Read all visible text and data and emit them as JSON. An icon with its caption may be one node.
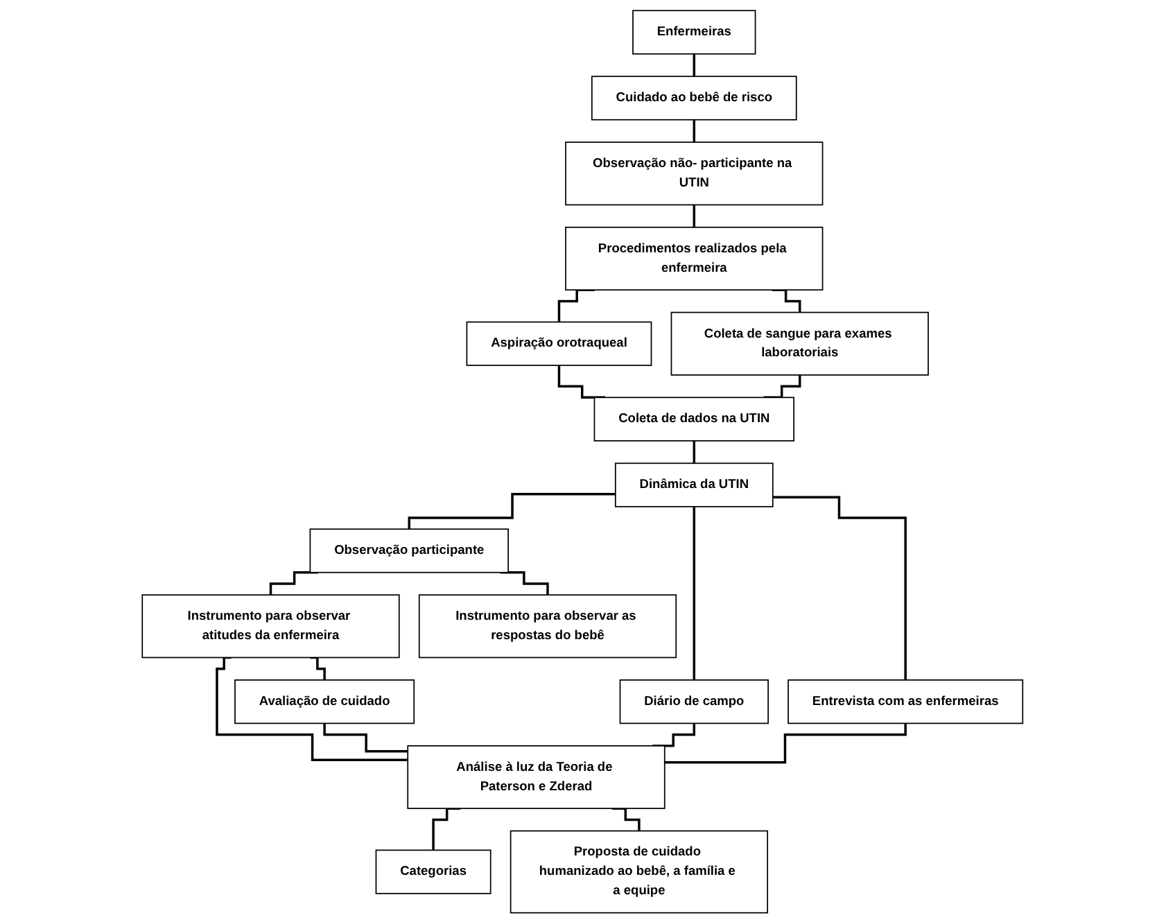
{
  "diagram": {
    "nodes": [
      {
        "text": [
          "Enfermeiras"
        ]
      },
      {
        "text": [
          "Cuidado ao bebê de risco"
        ]
      },
      {
        "text": [
          "Observação não- participante na UTIN"
        ]
      },
      {
        "text": [
          "Procedimentos realizados pela enfermeira"
        ]
      },
      {
        "text": [
          "Aspiração orotraqueal"
        ]
      },
      {
        "text": [
          "Coleta de sangue para exames laboratoriais"
        ]
      },
      {
        "text": [
          "Coleta de dados na UTIN"
        ]
      },
      {
        "text": [
          "Dinâmica da UTIN"
        ]
      },
      {
        "text": [
          "Observação participante"
        ]
      },
      {
        "text": [
          "Diário de campo"
        ]
      },
      {
        "text": [
          "Entrevista com as enfermeiras"
        ]
      },
      {
        "text": [
          "Instrumento para observar atitudes da enfermeira"
        ]
      },
      {
        "text": [
          "Instrumento para observar as respostas do bebê"
        ]
      },
      {
        "text": [
          "Análise à luz da Teoria de Paterson e Zderad"
        ]
      },
      {
        "text": [
          "Categorias"
        ]
      },
      {
        "text": [
          "Avaliação de cuidado"
        ]
      },
      {
        "text": [
          "Proposta de cuidado humanizado ao bebê, a família e a equipe"
        ]
      }
    ],
    "edges": [
      {
        "from": 0,
        "to": 1,
        "arrow": "none"
      },
      {
        "from": 1,
        "to": 2,
        "arrow": "none"
      },
      {
        "from": 2,
        "to": 3,
        "arrow": "none"
      },
      {
        "from": 3,
        "to": 4,
        "arrow": "none"
      },
      {
        "from": 3,
        "to": 5,
        "arrow": "none"
      },
      {
        "from": 4,
        "to": 6,
        "arrow": "none"
      },
      {
        "from": 5,
        "to": 6,
        "arrow": "none"
      },
      {
        "from": 6,
        "to": 7,
        "arrow": "none"
      },
      {
        "from": 7,
        "to": 8,
        "arrow": "none"
      },
      {
        "from": 7,
        "to": 9,
        "arrow": "none"
      },
      {
        "from": 7,
        "to": 10,
        "arrow": "none"
      },
      {
        "from": 8,
        "to": 11,
        "arrow": "none"
      },
      {
        "from": 8,
        "to": 12,
        "arrow": "none"
      },
      {
        "from": 9,
        "to": 13,
        "arrow": "none"
      },
      {
        "from": 10,
        "to": 13,
        "arrow": "none"
      },
      {
        "from": 11,
        "to": 13,
        "arrow": "none"
      },
      {
        "from": 11,
        "to": 15,
        "arrow": "none"
      },
      {
        "from": 15,
        "to": 13,
        "arrow": "none"
      },
      {
        "from": 13,
        "to": 14,
        "arrow": "none"
      },
      {
        "from": 13,
        "to": 16,
        "arrow": "none"
      }
    ]
  }
}
